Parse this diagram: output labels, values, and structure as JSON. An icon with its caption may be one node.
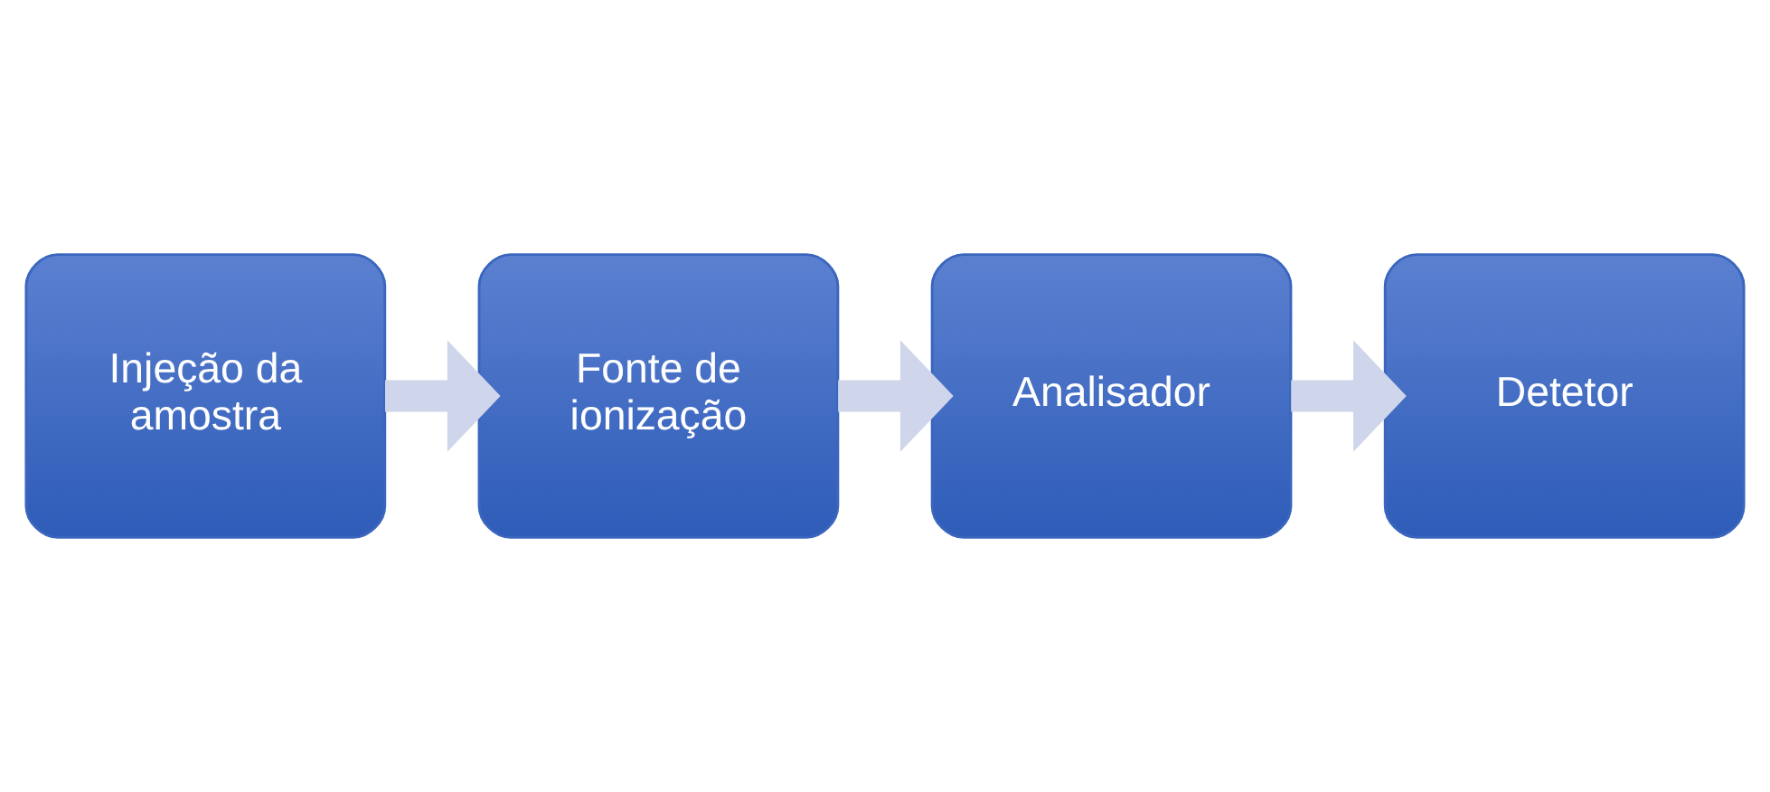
{
  "diagram": {
    "nodes": [
      {
        "text": [
          "Injeção da amostra"
        ]
      },
      {
        "text": [
          "Fonte de ionização"
        ]
      },
      {
        "text": [
          "Analisador"
        ]
      },
      {
        "text": [
          "Detetor"
        ]
      }
    ],
    "edges": [
      {
        "from": 0,
        "to": 1,
        "arrow": "to"
      },
      {
        "from": 1,
        "to": 2,
        "arrow": "to"
      },
      {
        "from": 2,
        "to": 3,
        "arrow": "to"
      }
    ]
  }
}
